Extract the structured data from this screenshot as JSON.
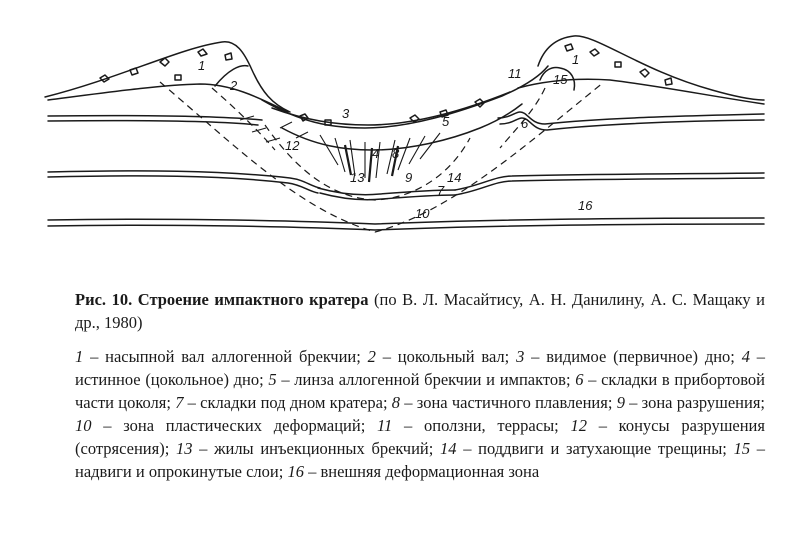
{
  "figure": {
    "labels": [
      "1",
      "2",
      "3",
      "4",
      "5",
      "6",
      "7",
      "8",
      "9",
      "10",
      "11",
      "12",
      "13",
      "14",
      "15",
      "16"
    ]
  },
  "caption": {
    "number": "Рис. 10.",
    "title": "Строение импактного кратера",
    "source": "(по В. Л. Масайтису, А. Н. Данилину, А. С. Мащаку и др., 1980)"
  },
  "legend": [
    {
      "key": "1",
      "text": "насыпной вал аллогенной брекчии"
    },
    {
      "key": "2",
      "text": "цокольный вал"
    },
    {
      "key": "3",
      "text": "видимое (первичное) дно"
    },
    {
      "key": "4",
      "text": "истинное (цокольное) дно"
    },
    {
      "key": "5",
      "text": "линза аллогенной брекчии и импактов"
    },
    {
      "key": "6",
      "text": "складки в прибортовой части цоколя"
    },
    {
      "key": "7",
      "text": "складки под дном кратера"
    },
    {
      "key": "8",
      "text": "зона частичного плавления"
    },
    {
      "key": "9",
      "text": "зона разрушения"
    },
    {
      "key": "10",
      "text": "зона пластических деформаций"
    },
    {
      "key": "11",
      "text": "оползни, террасы"
    },
    {
      "key": "12",
      "text": "конусы разрушения (сотрясения)"
    },
    {
      "key": "13",
      "text": "жилы инъекционных брекчий"
    },
    {
      "key": "14",
      "text": "поддвиги и затухающие трещины"
    },
    {
      "key": "15",
      "text": "надвиги и опрокинутые слои"
    },
    {
      "key": "16",
      "text": "внешняя деформационная зона"
    }
  ]
}
